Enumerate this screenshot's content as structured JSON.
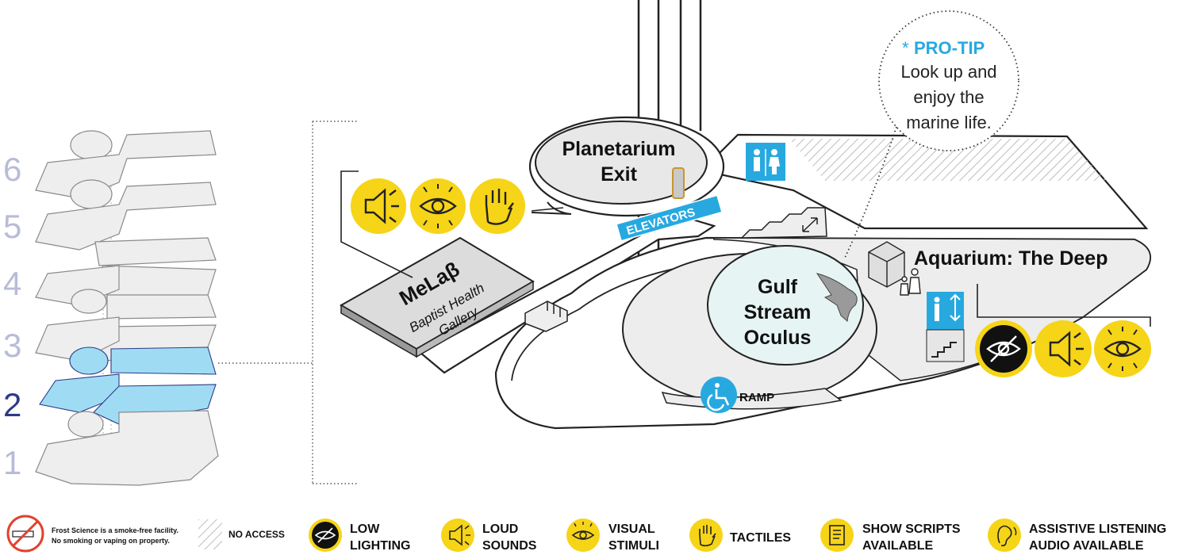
{
  "floors": {
    "levels": [
      "6",
      "5",
      "4",
      "3",
      "2",
      "1"
    ],
    "current": "2"
  },
  "map": {
    "planetarium_line1": "Planetarium",
    "planetarium_line2": "Exit",
    "elevators": "ELEVATORS",
    "melab_title": "MeLaβ",
    "melab_sub1": "Baptist Health",
    "melab_sub2": "Gallery",
    "aquarium": "Aquarium: The Deep",
    "oculus_line1": "Gulf",
    "oculus_line2": "Stream",
    "oculus_line3": "Oculus",
    "ramp": "RAMP"
  },
  "protip": {
    "star": "*",
    "title": "PRO-TIP",
    "line1": "Look up and",
    "line2": "enjoy the",
    "line3": "marine life."
  },
  "legend": {
    "smoke_line1": "Frost Science is a smoke-free facility.",
    "smoke_line2": "No smoking or vaping on property.",
    "no_access": "NO ACCESS",
    "low_lighting_1": "LOW",
    "low_lighting_2": "LIGHTING",
    "loud_1": "LOUD",
    "loud_2": "SOUNDS",
    "visual_1": "VISUAL",
    "visual_2": "STIMULI",
    "tactiles": "TACTILES",
    "scripts_1": "SHOW SCRIPTS",
    "scripts_2": "AVAILABLE",
    "assist_1": "ASSISTIVE LISTENING",
    "assist_2": "AUDIO AVAILABLE"
  },
  "colors": {
    "yellow": "#f6d417",
    "blue": "#27a9e0",
    "highlight": "#9fdcf4",
    "floor_gray": "#ededed",
    "navy": "#2e3a87"
  },
  "icons": [
    "speaker-icon",
    "eye-icon",
    "hand-icon",
    "eye-slash-icon",
    "restroom-icon",
    "elevator-icon",
    "stairs-icon",
    "wheelchair-icon",
    "shark-icon",
    "no-smoking-icon",
    "script-icon",
    "ear-icon"
  ]
}
